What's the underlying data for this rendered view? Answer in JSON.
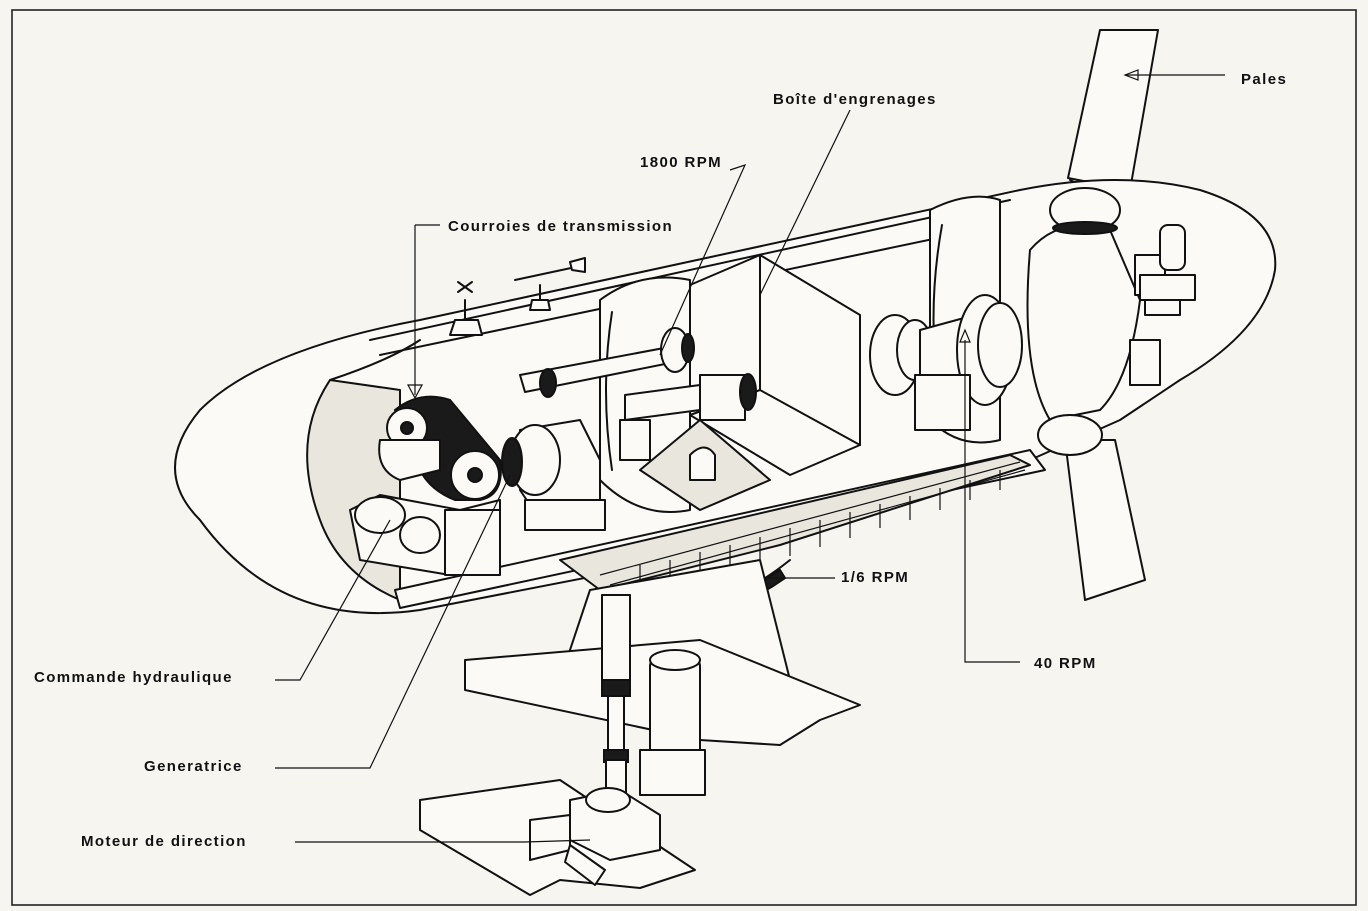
{
  "labels": {
    "pales": "Pales",
    "boite": "Boîte d'engrenages",
    "rpm1800": "1800 RPM",
    "courroies": "Courroies  de  transmission",
    "commande": "Commande  hydraulique",
    "generatrice": "Generatrice",
    "moteur": "Moteur  de  direction",
    "rpm16": "1/6 RPM",
    "rpm40": "40 RPM"
  },
  "colors": {
    "ink": "#111111",
    "paper": "#f7f5f0",
    "frame": "#222222"
  }
}
